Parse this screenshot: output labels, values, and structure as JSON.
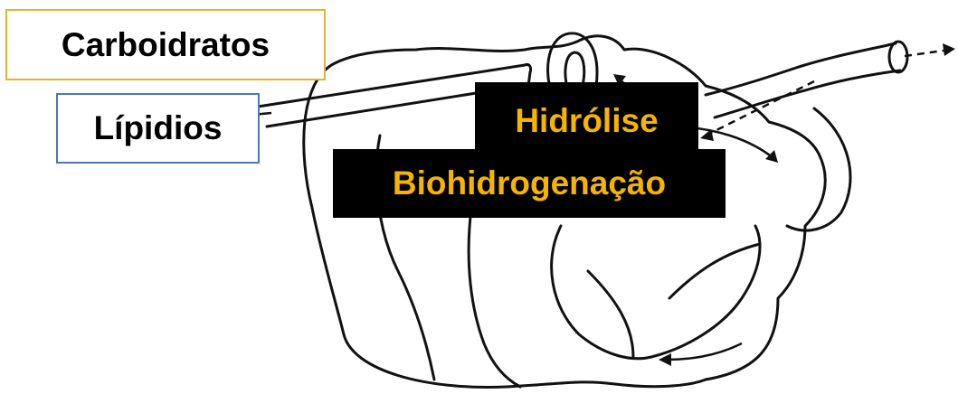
{
  "labels": {
    "carbohydrates": "Carboidratos",
    "lipids": "Lípidios",
    "hydrolysis": "Hidrólise",
    "biohydrogenation": "Biohidrogenação"
  },
  "colors": {
    "carbohydrates_border": "#e8b22e",
    "lipids_border": "#4a78b8",
    "process_text": "#f4b400",
    "process_background": "#000000"
  },
  "illustration": "ruminant-stomach-sketch"
}
